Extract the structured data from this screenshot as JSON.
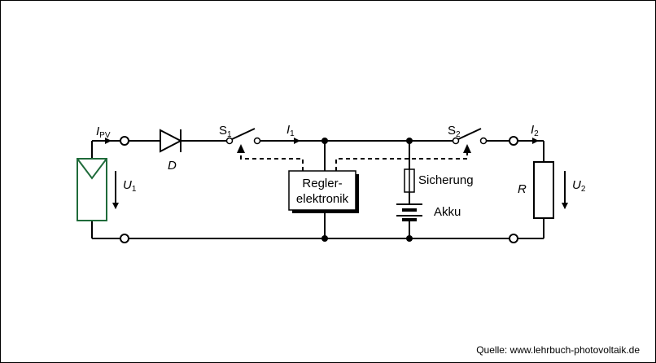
{
  "labels": {
    "ipv_main": "I",
    "ipv_sub": "PV",
    "diode": "D",
    "s1_main": "S",
    "s1_sub": "1",
    "i1_main": "I",
    "i1_sub": "1",
    "u1_main": "U",
    "u1_sub": "1",
    "regler_line1": "Regler-",
    "regler_line2": "elektronik",
    "sicherung": "Sicherung",
    "akku": "Akku",
    "s2_main": "S",
    "s2_sub": "2",
    "i2_main": "I",
    "i2_sub": "2",
    "r": "R",
    "u2_main": "U",
    "u2_sub": "2"
  },
  "source": "Quelle: www.lehrbuch-photovoltaik.de",
  "colors": {
    "line": "#000000",
    "pv_module": "#1f6b3a",
    "block_shadow": "#000000"
  }
}
